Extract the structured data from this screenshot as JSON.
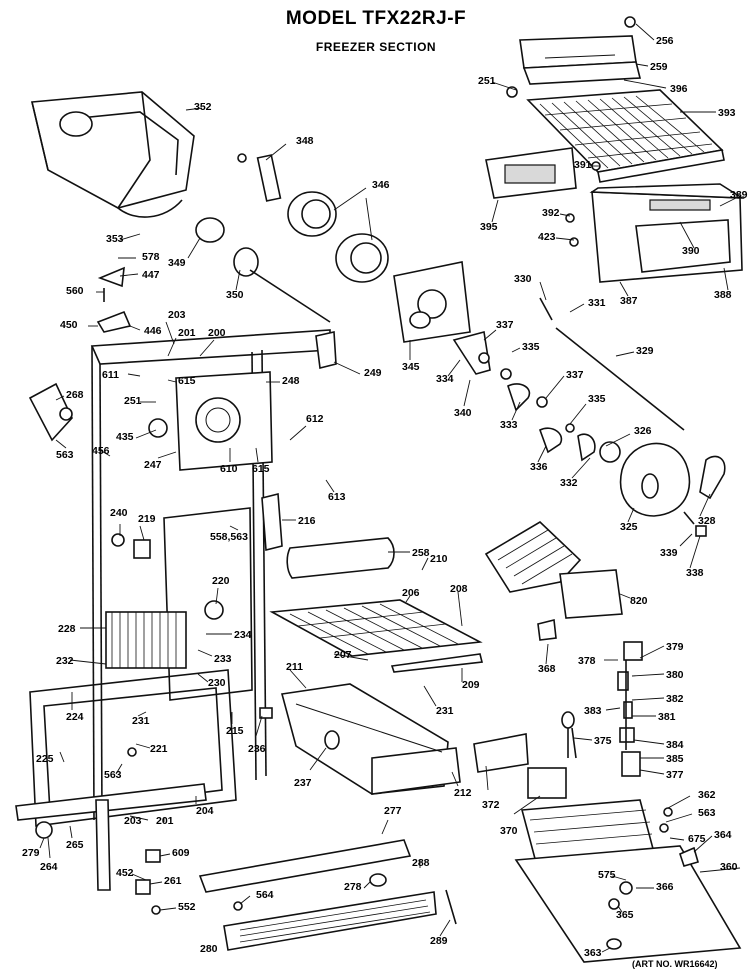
{
  "header": {
    "title": "MODEL TFX22RJ-F",
    "subtitle": "FREEZER SECTION"
  },
  "art_number": "(ART NO. WR16642)",
  "part_labels": [
    "256",
    "259",
    "251",
    "396",
    "393",
    "391",
    "395",
    "389",
    "392",
    "423",
    "390",
    "387",
    "388",
    "352",
    "348",
    "346",
    "353",
    "578",
    "447",
    "349",
    "350",
    "560",
    "450",
    "446",
    "203",
    "201",
    "200",
    "249",
    "345",
    "330",
    "331",
    "329",
    "337",
    "334",
    "335",
    "340",
    "333",
    "337",
    "335",
    "336",
    "326",
    "332",
    "325",
    "328",
    "339",
    "338",
    "611",
    "615",
    "251",
    "248",
    "268",
    "435",
    "247",
    "610",
    "615",
    "612",
    "613",
    "563",
    "456",
    "240",
    "219",
    "216",
    "558,563",
    "258",
    "210",
    "220",
    "206",
    "208",
    "820",
    "228",
    "234",
    "233",
    "232",
    "207",
    "209",
    "368",
    "378",
    "379",
    "380",
    "382",
    "230",
    "224",
    "231",
    "383",
    "381",
    "375",
    "384",
    "385",
    "377",
    "211",
    "231",
    "215",
    "236",
    "221",
    "225",
    "563",
    "237",
    "212",
    "372",
    "204",
    "362",
    "563",
    "675",
    "364",
    "370",
    "277",
    "203",
    "201",
    "279",
    "264",
    "265",
    "609",
    "288",
    "452",
    "261",
    "278",
    "360",
    "575",
    "366",
    "564",
    "552",
    "365",
    "289",
    "280",
    "363"
  ]
}
